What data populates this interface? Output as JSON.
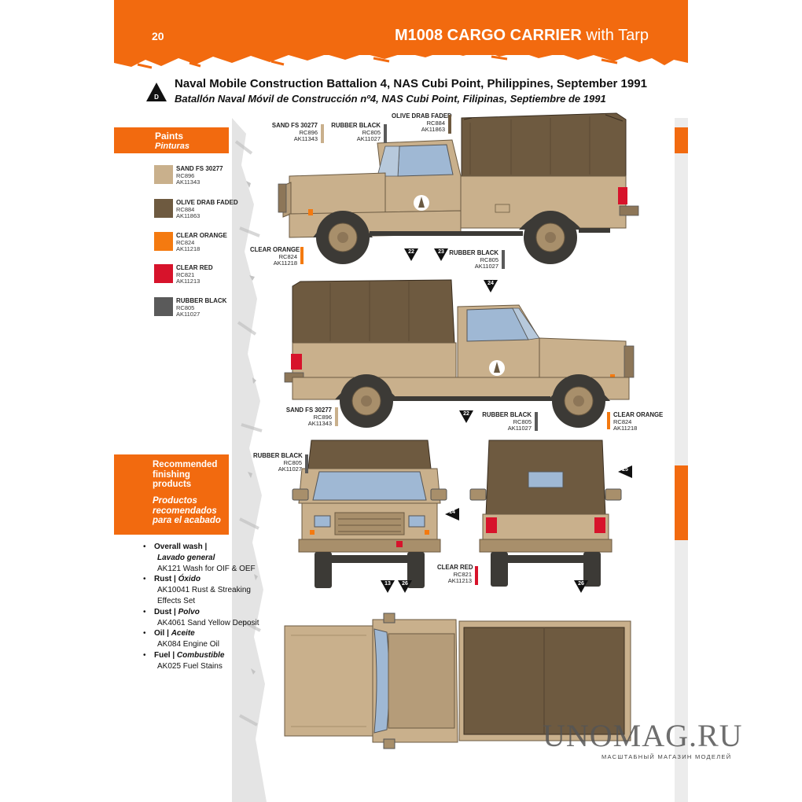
{
  "header": {
    "page_number": "20",
    "title_bold": "M1008 CARGO CARRIER",
    "title_light": " with Tarp",
    "accent": "#f26a0f"
  },
  "variant": {
    "letter": "D",
    "caption_en": "Naval Mobile Construction Battalion 4, NAS Cubi Point, Philippines, September 1991",
    "caption_es": "Batallón Naval Móvil de Construcción nº4, NAS Cubi Point, Filipinas, Septiembre de 1991"
  },
  "paints": {
    "title_en": "Paints",
    "title_es": "Pinturas",
    "items": [
      {
        "name": "SAND FS 30277",
        "code1": "RC896",
        "code2": "AK11343",
        "color": "#c9b08c"
      },
      {
        "name": "OLIVE DRAB FADED",
        "code1": "RC884",
        "code2": "AK11863",
        "color": "#6e5a40"
      },
      {
        "name": "CLEAR ORANGE",
        "code1": "RC824",
        "code2": "AK11218",
        "color": "#f47a10"
      },
      {
        "name": "CLEAR RED",
        "code1": "RC821",
        "code2": "AK11213",
        "color": "#d7132b"
      },
      {
        "name": "RUBBER BLACK",
        "code1": "RC805",
        "code2": "AK11027",
        "color": "#5a5a5a"
      }
    ]
  },
  "recommended": {
    "title_en": "Recommended finishing products",
    "title_es": "Productos recomendados para el acabado",
    "items": [
      {
        "name_en": "Overall wash",
        "sep": " | ",
        "name_es": "Lavado general",
        "product": "AK121 Wash for OIF & OEF"
      },
      {
        "name_en": "Rust",
        "sep": " | ",
        "name_es": "Óxido",
        "product": "AK10041 Rust & Streaking Effects Set"
      },
      {
        "name_en": "Dust",
        "sep": " | ",
        "name_es": "Polvo",
        "product": "AK4061 Sand Yellow Deposit"
      },
      {
        "name_en": "Oil",
        "sep": " | ",
        "name_es": "Aceite",
        "product": "AK084 Engine Oil"
      },
      {
        "name_en": "Fuel",
        "sep": " | ",
        "name_es": "Combustible",
        "product": "AK025 Fuel Stains"
      }
    ]
  },
  "callouts": {
    "side1_sand": {
      "name": "SAND FS 30277",
      "code1": "RC896",
      "code2": "AK11343"
    },
    "side1_rubber": {
      "name": "RUBBER BLACK",
      "code1": "RC805",
      "code2": "AK11027"
    },
    "side1_olive": {
      "name": "OLIVE DRAB FADED",
      "code1": "RC884",
      "code2": "AK11863"
    },
    "side1_orange": {
      "name": "CLEAR ORANGE",
      "code1": "RC824",
      "code2": "AK11218"
    },
    "side1_rubber2": {
      "name": "RUBBER BLACK",
      "code1": "RC805",
      "code2": "AK11027"
    },
    "side2_sand": {
      "name": "SAND FS 30277",
      "code1": "RC896",
      "code2": "AK11343"
    },
    "side2_rubber": {
      "name": "RUBBER BLACK",
      "code1": "RC805",
      "code2": "AK11027"
    },
    "side2_orange": {
      "name": "CLEAR ORANGE",
      "code1": "RC824",
      "code2": "AK11218"
    },
    "front_rubber": {
      "name": "RUBBER BLACK",
      "code1": "RC805",
      "code2": "AK11027"
    },
    "rear_red": {
      "name": "CLEAR RED",
      "code1": "RC821",
      "code2": "AK11213"
    }
  },
  "markers": {
    "m22a": "22",
    "m23": "23",
    "m24": "24",
    "m22b": "22",
    "m25": "25",
    "m14": "14",
    "m13": "13",
    "m26a": "26",
    "m26b": "26"
  },
  "colors": {
    "sand": "#c9b08c",
    "sand_dark": "#a88f6b",
    "olive": "#6e5a40",
    "olive_dark": "#4f3f2a",
    "rubber": "#3c3a36",
    "glass": "#9fb8d4",
    "orange": "#f47a10",
    "red": "#d7132b"
  },
  "watermark": {
    "name": "UNOMAG.RU",
    "tagline": "МАСШТАБНЫЙ МАГАЗИН МОДЕЛЕЙ"
  }
}
